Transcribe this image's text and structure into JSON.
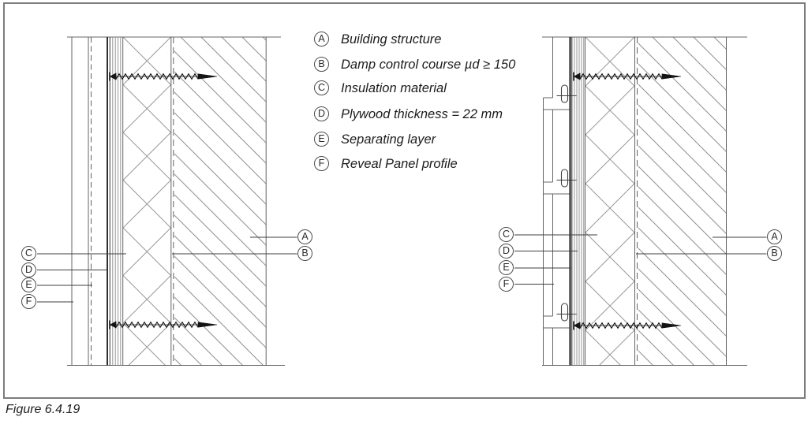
{
  "caption": "Figure 6.4.19",
  "legend": {
    "items": [
      {
        "key": "A",
        "label": "Building structure"
      },
      {
        "key": "B",
        "label": "Damp control course µd ≥ 150"
      },
      {
        "key": "C",
        "label": "Insulation material"
      },
      {
        "key": "D",
        "label": "Plywood thickness = 22 mm"
      },
      {
        "key": "E",
        "label": "Separating layer"
      },
      {
        "key": "F",
        "label": "Reveal Panel profile"
      }
    ]
  },
  "left_detail": {
    "callouts_left": [
      "C",
      "D",
      "E",
      "F"
    ],
    "callouts_right": [
      "A",
      "B"
    ]
  },
  "right_detail": {
    "callouts_left": [
      "C",
      "D",
      "E",
      "F"
    ],
    "callouts_right": [
      "A",
      "B"
    ]
  },
  "colors": {
    "frame_border": "#7c7c7c",
    "drawing_line": "#646464",
    "hatch_line": "#8f8f8f",
    "screw": "#141414"
  }
}
